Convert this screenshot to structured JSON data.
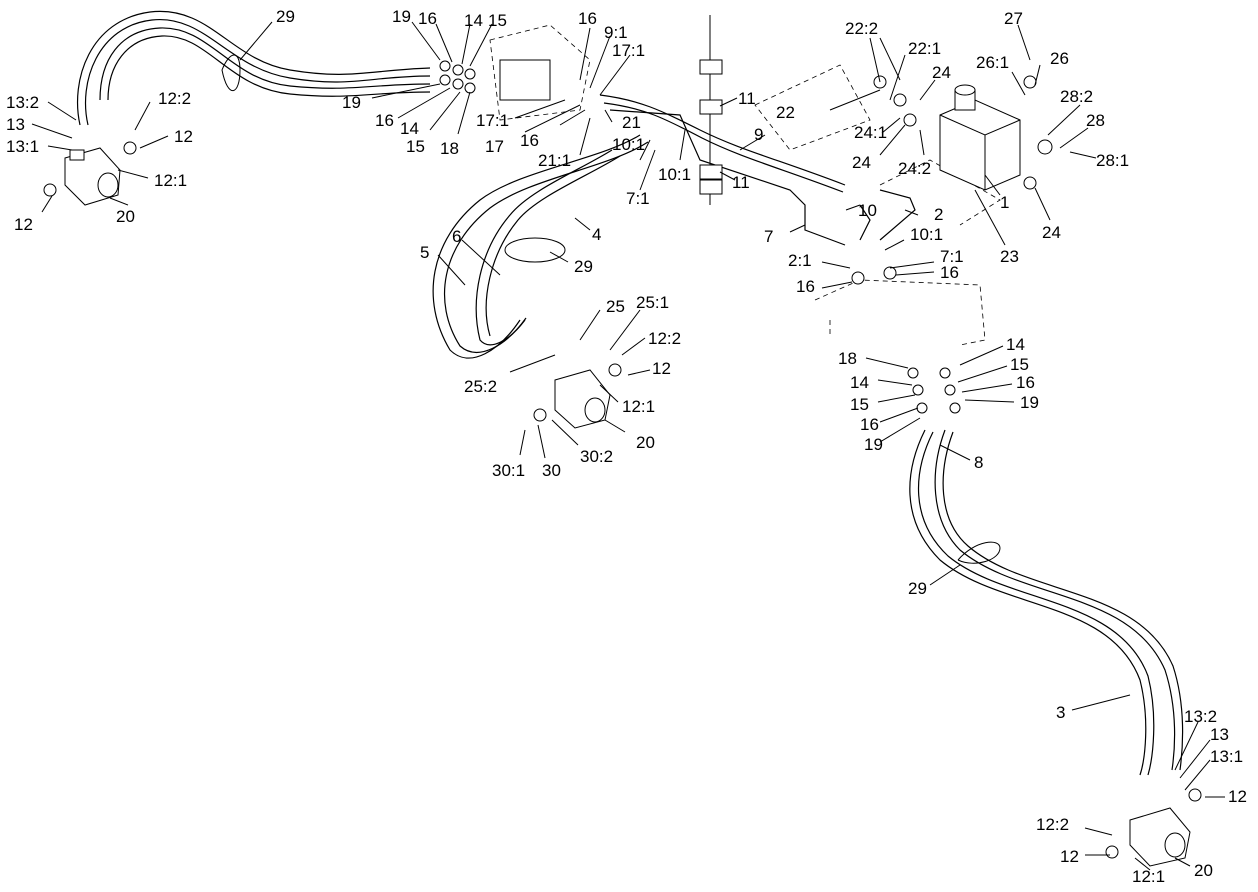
{
  "labels": {
    "l_29_top": "29",
    "l_19a": "19",
    "l_16a": "16",
    "l_14a": "14",
    "l_15a": "15",
    "l_19b": "19",
    "l_16b": "16",
    "l_14b": "14",
    "l_15b": "15",
    "l_18a": "18",
    "l_16c": "16",
    "l_9_1": "9:1",
    "l_17_1a": "17:1",
    "l_17_1b": "17:1",
    "l_17": "17",
    "l_16d": "16",
    "l_21": "21",
    "l_21_1": "21:1",
    "l_10_1a": "10:1",
    "l_7_1a": "7:1",
    "l_10_1b": "10:1",
    "l_11a": "11",
    "l_11b": "11",
    "l_9": "9",
    "l_22_2": "22:2",
    "l_22_1": "22:1",
    "l_22": "22",
    "l_24a": "24",
    "l_24_1": "24:1",
    "l_24b": "24",
    "l_24_2": "24:2",
    "l_27": "27",
    "l_26_1": "26:1",
    "l_26": "26",
    "l_28_2": "28:2",
    "l_28": "28",
    "l_28_1": "28:1",
    "l_1": "1",
    "l_24c": "24",
    "l_23": "23",
    "l_13_2a": "13:2",
    "l_13a": "13",
    "l_13_1a": "13:1",
    "l_12_2a": "12:2",
    "l_12a": "12",
    "l_12_1a": "12:1",
    "l_12b": "12",
    "l_20a": "20",
    "l_6": "6",
    "l_5": "5",
    "l_4": "4",
    "l_29_mid": "29",
    "l_10": "10",
    "l_2": "2",
    "l_7": "7",
    "l_10_1c": "10:1",
    "l_2_1": "2:1",
    "l_7_1b": "7:1",
    "l_16e": "16",
    "l_16f": "16",
    "l_25": "25",
    "l_25_1": "25:1",
    "l_12_2b": "12:2",
    "l_12c": "12",
    "l_25_2": "25:2",
    "l_12_1b": "12:1",
    "l_20b": "20",
    "l_30_1": "30:1",
    "l_30": "30",
    "l_30_2": "30:2",
    "l_14c": "14",
    "l_18b": "18",
    "l_15c": "15",
    "l_14d": "14",
    "l_16g": "16",
    "l_15d": "15",
    "l_16h": "16",
    "l_19c": "19",
    "l_19d": "19",
    "l_8": "8",
    "l_29_low": "29",
    "l_3": "3",
    "l_13_2b": "13:2",
    "l_13b": "13",
    "l_13_1b": "13:1",
    "l_12d": "12",
    "l_12_2c": "12:2",
    "l_12e": "12",
    "l_20c": "20",
    "l_12_1c": "12:1"
  }
}
